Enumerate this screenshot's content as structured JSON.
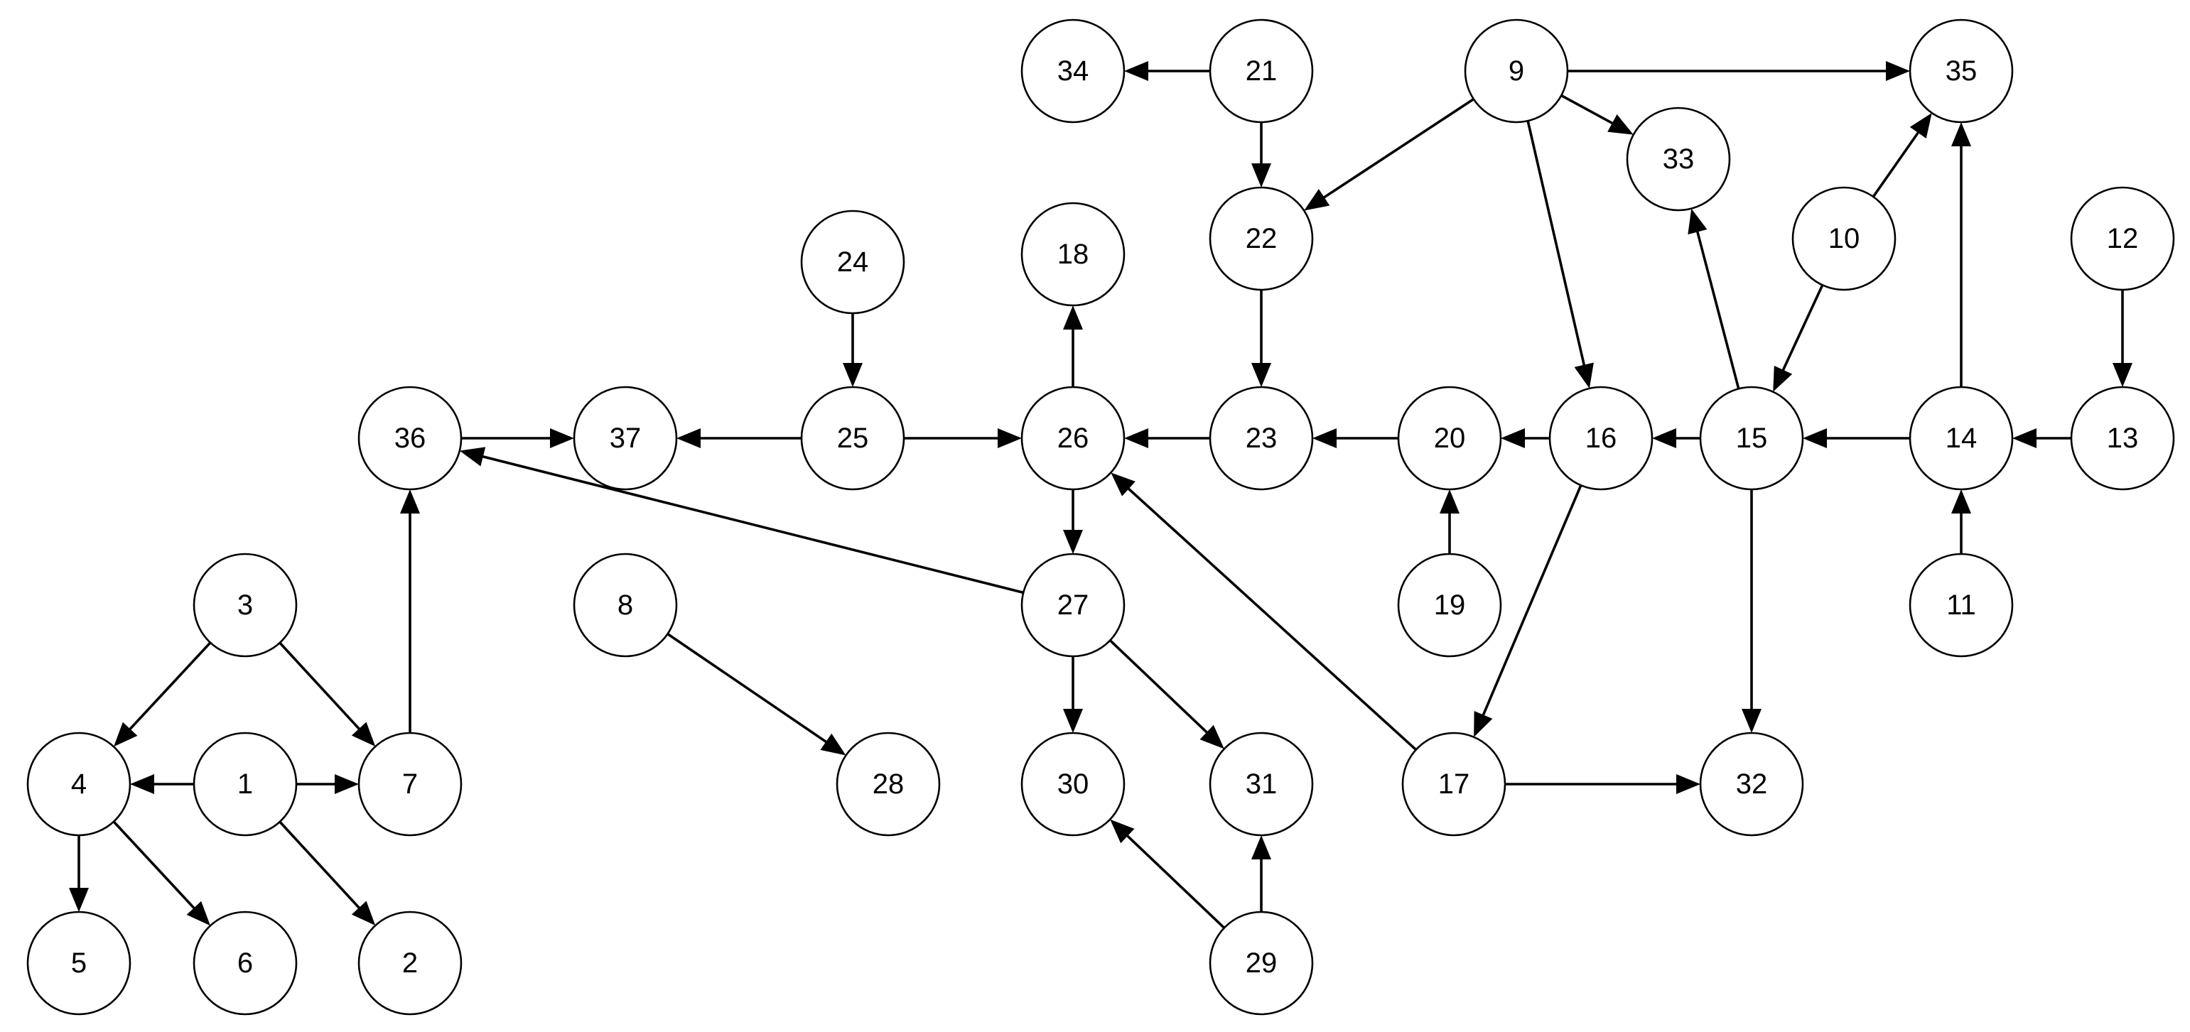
{
  "colors": {
    "background": "#ffffff",
    "stroke": "#000000",
    "node_fill": "#ffffff"
  },
  "nodes": [
    {
      "id": "1",
      "label": "1"
    },
    {
      "id": "2",
      "label": "2"
    },
    {
      "id": "3",
      "label": "3"
    },
    {
      "id": "4",
      "label": "4"
    },
    {
      "id": "5",
      "label": "5"
    },
    {
      "id": "6",
      "label": "6"
    },
    {
      "id": "7",
      "label": "7"
    },
    {
      "id": "8",
      "label": "8"
    },
    {
      "id": "9",
      "label": "9"
    },
    {
      "id": "10",
      "label": "10"
    },
    {
      "id": "11",
      "label": "11"
    },
    {
      "id": "12",
      "label": "12"
    },
    {
      "id": "13",
      "label": "13"
    },
    {
      "id": "14",
      "label": "14"
    },
    {
      "id": "15",
      "label": "15"
    },
    {
      "id": "16",
      "label": "16"
    },
    {
      "id": "17",
      "label": "17"
    },
    {
      "id": "18",
      "label": "18"
    },
    {
      "id": "19",
      "label": "19"
    },
    {
      "id": "20",
      "label": "20"
    },
    {
      "id": "21",
      "label": "21"
    },
    {
      "id": "22",
      "label": "22"
    },
    {
      "id": "23",
      "label": "23"
    },
    {
      "id": "24",
      "label": "24"
    },
    {
      "id": "25",
      "label": "25"
    },
    {
      "id": "26",
      "label": "26"
    },
    {
      "id": "27",
      "label": "27"
    },
    {
      "id": "28",
      "label": "28"
    },
    {
      "id": "29",
      "label": "29"
    },
    {
      "id": "30",
      "label": "30"
    },
    {
      "id": "31",
      "label": "31"
    },
    {
      "id": "32",
      "label": "32"
    },
    {
      "id": "33",
      "label": "33"
    },
    {
      "id": "34",
      "label": "34"
    },
    {
      "id": "35",
      "label": "35"
    },
    {
      "id": "36",
      "label": "36"
    },
    {
      "id": "37",
      "label": "37"
    }
  ],
  "edges": [
    {
      "from": "21",
      "to": "34"
    },
    {
      "from": "21",
      "to": "22"
    },
    {
      "from": "9",
      "to": "35"
    },
    {
      "from": "9",
      "to": "22"
    },
    {
      "from": "9",
      "to": "33"
    },
    {
      "from": "9",
      "to": "16"
    },
    {
      "from": "10",
      "to": "35"
    },
    {
      "from": "10",
      "to": "15"
    },
    {
      "from": "14",
      "to": "35"
    },
    {
      "from": "12",
      "to": "13"
    },
    {
      "from": "24",
      "to": "25"
    },
    {
      "from": "26",
      "to": "18"
    },
    {
      "from": "22",
      "to": "23"
    },
    {
      "from": "36",
      "to": "37"
    },
    {
      "from": "25",
      "to": "37"
    },
    {
      "from": "25",
      "to": "26"
    },
    {
      "from": "23",
      "to": "26"
    },
    {
      "from": "20",
      "to": "23"
    },
    {
      "from": "16",
      "to": "20"
    },
    {
      "from": "15",
      "to": "16"
    },
    {
      "from": "14",
      "to": "15"
    },
    {
      "from": "13",
      "to": "14"
    },
    {
      "from": "15",
      "to": "33"
    },
    {
      "from": "19",
      "to": "20"
    },
    {
      "from": "11",
      "to": "14"
    },
    {
      "from": "26",
      "to": "27"
    },
    {
      "from": "27",
      "to": "36"
    },
    {
      "from": "17",
      "to": "26"
    },
    {
      "from": "16",
      "to": "17"
    },
    {
      "from": "15",
      "to": "32"
    },
    {
      "from": "3",
      "to": "4"
    },
    {
      "from": "3",
      "to": "7"
    },
    {
      "from": "7",
      "to": "36"
    },
    {
      "from": "8",
      "to": "28"
    },
    {
      "from": "27",
      "to": "30"
    },
    {
      "from": "27",
      "to": "31"
    },
    {
      "from": "1",
      "to": "4"
    },
    {
      "from": "1",
      "to": "7"
    },
    {
      "from": "1",
      "to": "2"
    },
    {
      "from": "17",
      "to": "32"
    },
    {
      "from": "4",
      "to": "5"
    },
    {
      "from": "4",
      "to": "6"
    },
    {
      "from": "29",
      "to": "30"
    },
    {
      "from": "29",
      "to": "31"
    }
  ]
}
